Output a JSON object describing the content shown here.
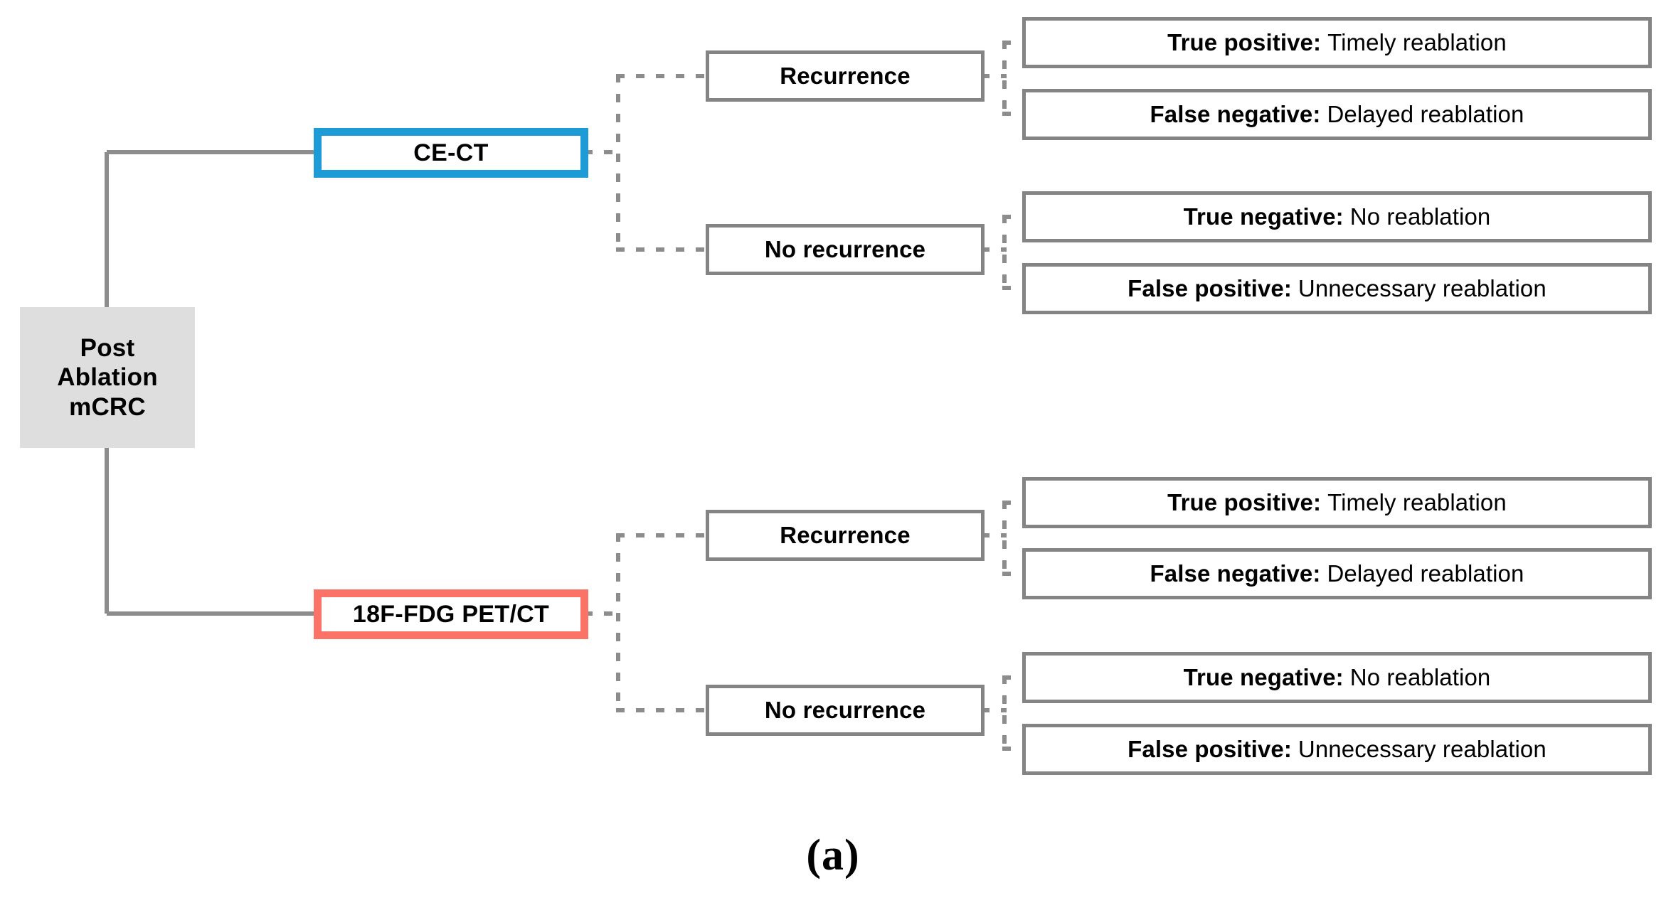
{
  "figure": {
    "caption": "(a)",
    "colors": {
      "cect_border": "#1d9bd7",
      "petct_border": "#fb7267",
      "node_border": "#848484",
      "root_fill": "#dedede",
      "connector": "#8c8c8c"
    }
  },
  "root": {
    "name": "post-ablation-mcrc",
    "lines": [
      "Post",
      "Ablation",
      "mCRC"
    ]
  },
  "modalities": [
    {
      "id": "cect",
      "label": "CE-CT"
    },
    {
      "id": "petct",
      "label": "18F-FDG PET/CT"
    }
  ],
  "decisions": [
    {
      "id": "recurrence-cect",
      "label": "Recurrence"
    },
    {
      "id": "no-recurrence-cect",
      "label": "No recurrence"
    },
    {
      "id": "recurrence-petct",
      "label": "Recurrence"
    },
    {
      "id": "no-recurrence-petct",
      "label": "No recurrence"
    }
  ],
  "outcomes": [
    {
      "id": "tp-cect",
      "lead": "True positive:",
      "tail": "Timely reablation"
    },
    {
      "id": "fn-cect",
      "lead": "False negative:",
      "tail": "Delayed reablation"
    },
    {
      "id": "tn-cect",
      "lead": "True negative:",
      "tail": "No reablation"
    },
    {
      "id": "fp-cect",
      "lead": "False positive:",
      "tail": "Unnecessary reablation"
    },
    {
      "id": "tp-petct",
      "lead": "True positive:",
      "tail": "Timely reablation"
    },
    {
      "id": "fn-petct",
      "lead": "False negative:",
      "tail": "Delayed reablation"
    },
    {
      "id": "tn-petct",
      "lead": "True negative:",
      "tail": "No reablation"
    },
    {
      "id": "fp-petct",
      "lead": "False positive:",
      "tail": "Unnecessary reablation"
    }
  ]
}
